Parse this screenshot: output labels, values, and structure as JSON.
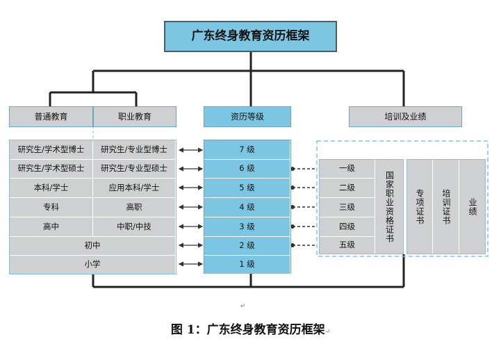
{
  "title": "广东终身教育资历框架",
  "left": {
    "header_general": "普通教育",
    "header_vocational": "职业教育",
    "rows": [
      {
        "general": "研究生/学术型博士",
        "vocational": "研究生/专业型博士"
      },
      {
        "general": "研究生/学术型硕士",
        "vocational": "研究生/专业型硕士"
      },
      {
        "general": "本科/学士",
        "vocational": "应用本科/学士"
      },
      {
        "general": "专科",
        "vocational": "高职"
      },
      {
        "general": "高中",
        "vocational": "中职/中技"
      }
    ],
    "row_junior": "初中",
    "row_primary": "小学"
  },
  "center": {
    "header": "资历等级",
    "levels": [
      "7 级",
      "6 级",
      "5 级",
      "4 级",
      "3 级",
      "2 级",
      "1 级"
    ]
  },
  "right": {
    "header": "培训及业绩",
    "grades": [
      "一级",
      "二级",
      "三级",
      "四级",
      "五级"
    ],
    "national_cert": "国家职业资格证书",
    "special_cert": "专项证书",
    "training_cert": "培训证书",
    "performance": "业绩"
  },
  "caption": "图 1：广东终身教育资历框架",
  "marks": {
    "return_mark": "↵"
  }
}
